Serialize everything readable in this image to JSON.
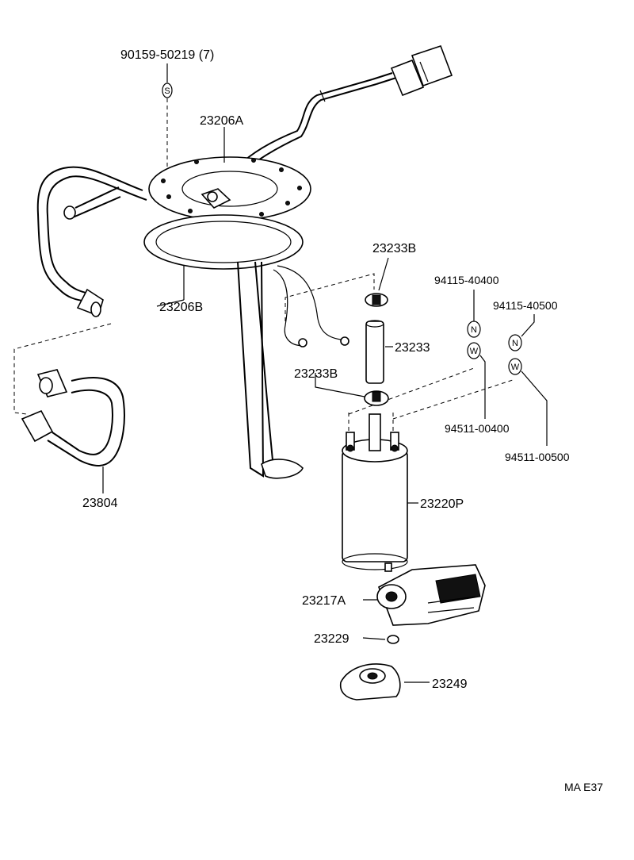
{
  "labels": {
    "p90159": "90159-50219 (7)",
    "p23206A": "23206A",
    "p23206B": "23206B",
    "p23233B_top": "23233B",
    "p23233": "23233",
    "p23233B_bottom": "23233B",
    "p94115_40400": "94115-40400",
    "p94115_40500": "94115-40500",
    "p94511_00400": "94511-00400",
    "p94511_00500": "94511-00500",
    "p23804": "23804",
    "p23220P": "23220P",
    "p23217A": "23217A",
    "p23229": "23229",
    "p23249": "23249",
    "code": "MA E37"
  },
  "symbols": {
    "screw": "S",
    "nut_1": "N",
    "washer_1": "W",
    "nut_2": "N",
    "washer_2": "W"
  }
}
